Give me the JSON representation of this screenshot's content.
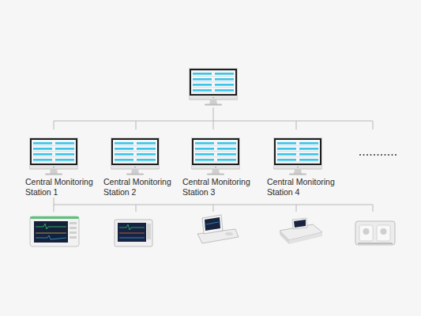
{
  "diagram": {
    "nodes": [
      {
        "text": [
          "Central Monitoring Station 1"
        ]
      },
      {
        "text": [
          "Central Monitoring Station 2"
        ]
      },
      {
        "text": [
          "Central Monitoring Station 3"
        ]
      },
      {
        "text": [
          "Central Monitoring Station 4"
        ]
      }
    ]
  }
}
